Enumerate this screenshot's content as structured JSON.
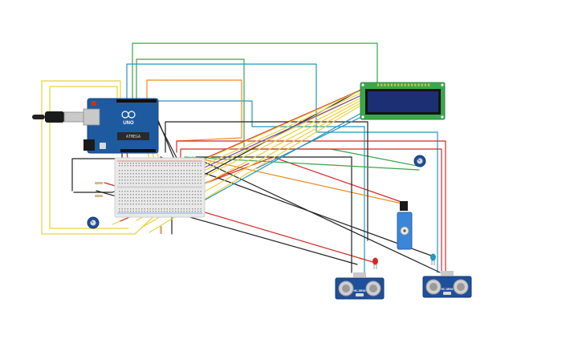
{
  "canvas": {
    "background": "#ffffff"
  },
  "colors": {
    "board_blue": "#1e5aa0",
    "breadboard": "#e9e9e9",
    "lcd_pcb": "#3aa84a",
    "lcd_screen": "#1d2f73",
    "sensor_blue": "#1f4f9a",
    "servo_blue": "#3b86d6",
    "wire_red": "#d62828",
    "wire_black": "#222222",
    "wire_yellow": "#e9d23a",
    "wire_green": "#3aa34a",
    "wire_orange": "#e98c1e",
    "wire_teal": "#2596be",
    "wire_purple": "#7a4bb0"
  },
  "components": {
    "arduino": {
      "icon": "arduino-uno-board",
      "logo_text": "UNO",
      "chip_label": "ATMEGA"
    },
    "usb_cable": {
      "icon": "usb-cable"
    },
    "breadboard": {
      "icon": "mini-breadboard"
    },
    "lcd": {
      "icon": "lcd-16x2-display"
    },
    "potentiometer_left": {
      "icon": "potentiometer"
    },
    "potentiometer_right": {
      "icon": "potentiometer"
    },
    "servo": {
      "icon": "servo-motor"
    },
    "led_red": {
      "icon": "red-led"
    },
    "led_blue": {
      "icon": "blue-led"
    },
    "resistors": {
      "icon": "resistor"
    },
    "ultrasonic_left": {
      "icon": "ultrasonic-sensor",
      "label": "HC-SR04"
    },
    "ultrasonic_right": {
      "icon": "ultrasonic-sensor",
      "label": "HC-SR04"
    }
  }
}
